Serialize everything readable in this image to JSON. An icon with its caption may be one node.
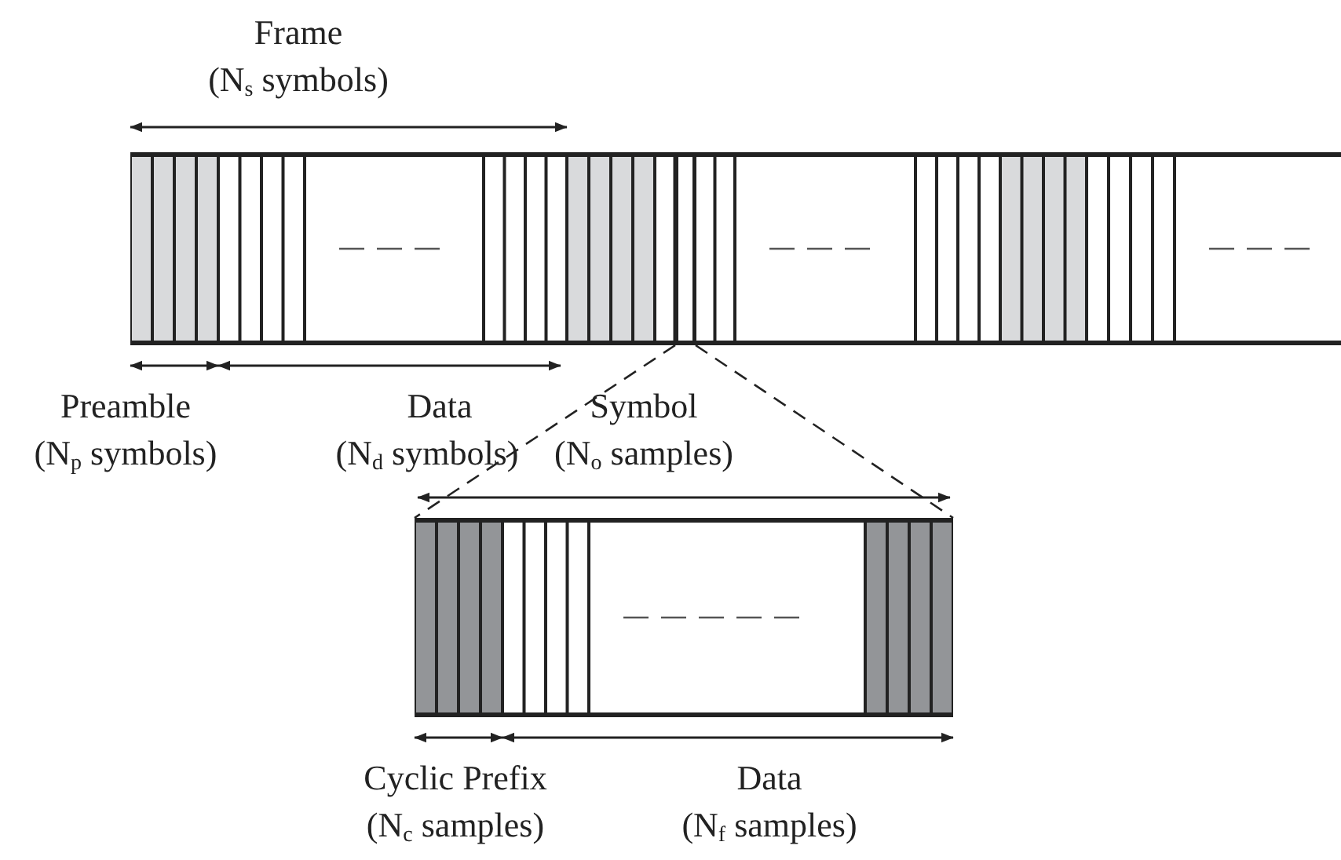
{
  "diagram": {
    "nodes": [
      {
        "text": [],
        "shape": "box"
      },
      {
        "text": [],
        "shape": "box",
        "in": 0
      },
      {
        "text": [],
        "shape": "box"
      }
    ],
    "edges": [
      {
        "from": 1,
        "to": 2,
        "arrow": "none",
        "style": "dashed"
      },
      {
        "from": 1,
        "to": 2,
        "arrow": "none",
        "style": "dashed"
      }
    ],
    "labels": [
      "Frame",
      "(N$_{s}$ symbols)",
      "Preamble",
      "Data",
      "Symbol",
      "(N$_{p}$ symbols)",
      "(N$_{d}$ symbols)",
      "(N$_{o}$ samples)",
      "Cyclic Prefix",
      "Data",
      "(N$_{c}$ samples)",
      "(N$_{f}$ samples)"
    ]
  }
}
